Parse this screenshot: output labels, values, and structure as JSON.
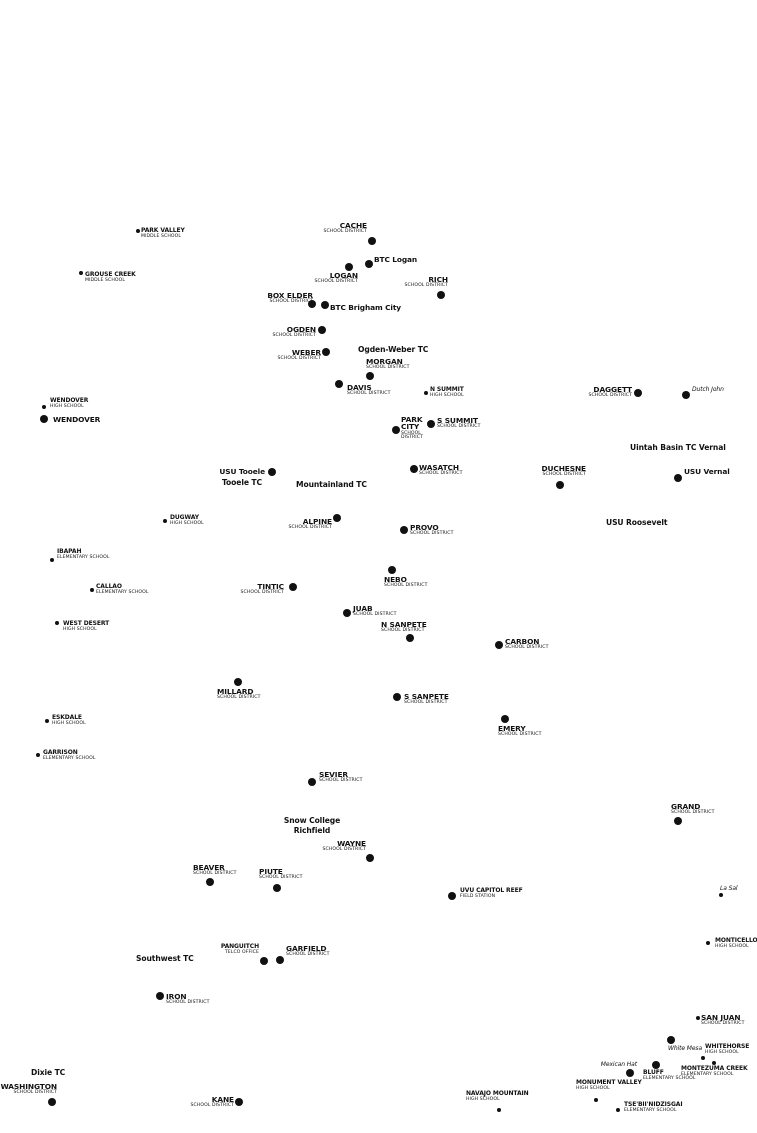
{
  "map": {
    "colors": {
      "marker": "#111111",
      "background": "#ffffff"
    },
    "sites": [
      {
        "id": "cache",
        "name": "CACHE",
        "sub": "SCHOOL DISTRICT"
      },
      {
        "id": "btc-logan",
        "name": "BTC Logan"
      },
      {
        "id": "logan",
        "name": "LOGAN",
        "sub": "SCHOOL DISTRICT"
      },
      {
        "id": "rich",
        "name": "RICH",
        "sub": "SCHOOL DISTRICT"
      },
      {
        "id": "box-elder",
        "name": "BOX ELDER",
        "sub": "SCHOOL DISTRICT"
      },
      {
        "id": "btc-brigham-city",
        "name": "BTC Brigham City"
      },
      {
        "id": "ogden",
        "name": "OGDEN",
        "sub": "SCHOOL DISTRICT"
      },
      {
        "id": "weber",
        "name": "WEBER",
        "sub": "SCHOOL DISTRICT"
      },
      {
        "id": "morgan",
        "name": "MORGAN",
        "sub": "SCHOOL DISTRICT"
      },
      {
        "id": "davis",
        "name": "DAVIS",
        "sub": "SCHOOL DISTRICT"
      },
      {
        "id": "n-summit",
        "name": "N SUMMIT",
        "sub": "HIGH SCHOOL"
      },
      {
        "id": "park-valley",
        "name": "PARK VALLEY",
        "sub": "MIDDLE SCHOOL"
      },
      {
        "id": "grouse-creek",
        "name": "GROUSE CREEK",
        "sub": "MIDDLE SCHOOL"
      },
      {
        "id": "wendover-hs",
        "name": "WENDOVER",
        "sub": "HIGH SCHOOL"
      },
      {
        "id": "wendover",
        "name": "WENDOVER"
      },
      {
        "id": "daggett",
        "name": "DAGGETT",
        "sub": "SCHOOL DISTRICT"
      },
      {
        "id": "dutch-john",
        "name": "Dutch John"
      },
      {
        "id": "park-city",
        "name": "PARK CITY",
        "sub": "SCHOOL DISTRICT"
      },
      {
        "id": "s-summit",
        "name": "S SUMMIT",
        "sub": "SCHOOL DISTRICT"
      },
      {
        "id": "wasatch",
        "name": "WASATCH",
        "sub": "SCHOOL DISTRICT"
      },
      {
        "id": "duchesne",
        "name": "DUCHESNE",
        "sub": "SCHOOL DISTRICT"
      },
      {
        "id": "usu-vernal",
        "name": "USU Vernal"
      },
      {
        "id": "usu-tooele",
        "name": "USU Tooele"
      },
      {
        "id": "alpine",
        "name": "ALPINE",
        "sub": "SCHOOL DISTRICT"
      },
      {
        "id": "provo",
        "name": "PROVO",
        "sub": "SCHOOL DISTRICT"
      },
      {
        "id": "dugway",
        "name": "DUGWAY",
        "sub": "HIGH SCHOOL"
      },
      {
        "id": "ibapah",
        "name": "IBAPAH",
        "sub": "ELEMENTARY SCHOOL"
      },
      {
        "id": "nebo",
        "name": "NEBO",
        "sub": "SCHOOL DISTRICT"
      },
      {
        "id": "callao",
        "name": "CALLAO",
        "sub": "ELEMENTARY SCHOOL"
      },
      {
        "id": "tintic",
        "name": "TINTIC",
        "sub": "SCHOOL DISTRICT"
      },
      {
        "id": "juab",
        "name": "JUAB",
        "sub": "SCHOOL DISTRICT"
      },
      {
        "id": "west-desert",
        "name": "WEST DESERT",
        "sub": "HIGH SCHOOL"
      },
      {
        "id": "n-sanpete",
        "name": "N SANPETE",
        "sub": "SCHOOL DISTRICT"
      },
      {
        "id": "carbon",
        "name": "CARBON",
        "sub": "SCHOOL DISTRICT"
      },
      {
        "id": "millard",
        "name": "MILLARD",
        "sub": "SCHOOL DISTRICT"
      },
      {
        "id": "s-sanpete",
        "name": "S SANPETE",
        "sub": "SCHOOL DISTRICT"
      },
      {
        "id": "eskdale",
        "name": "ESKDALE",
        "sub": "HIGH SCHOOL"
      },
      {
        "id": "emery",
        "name": "EMERY",
        "sub": "SCHOOL DISTRICT"
      },
      {
        "id": "garrison",
        "name": "GARRISON",
        "sub": "ELEMENTARY SCHOOL"
      },
      {
        "id": "sevier",
        "name": "SEVIER",
        "sub": "SCHOOL DISTRICT"
      },
      {
        "id": "grand",
        "name": "GRAND",
        "sub": "SCHOOL DISTRICT"
      },
      {
        "id": "wayne",
        "name": "WAYNE",
        "sub": "SCHOOL DISTRICT"
      },
      {
        "id": "beaver",
        "name": "BEAVER",
        "sub": "SCHOOL DISTRICT"
      },
      {
        "id": "piute",
        "name": "PIUTE",
        "sub": "SCHOOL DISTRICT"
      },
      {
        "id": "uvu-capitol-reef",
        "name": "UVU CAPITOL REEF",
        "sub": "FIELD STATION"
      },
      {
        "id": "la-sal",
        "name": "La Sal"
      },
      {
        "id": "monticello",
        "name": "MONTICELLO",
        "sub": "HIGH SCHOOL"
      },
      {
        "id": "panguitch",
        "name": "PANGUITCH",
        "sub": "TELCO OFFICE"
      },
      {
        "id": "garfield",
        "name": "GARFIELD",
        "sub": "SCHOOL DISTRICT"
      },
      {
        "id": "iron",
        "name": "IRON",
        "sub": "SCHOOL DISTRICT"
      },
      {
        "id": "san-juan",
        "name": "SAN JUAN",
        "sub": "SCHOOL DISTRICT"
      },
      {
        "id": "white-mesa",
        "name": "White Mesa"
      },
      {
        "id": "whitehorse",
        "name": "WHITEHORSE",
        "sub": "HIGH SCHOOL"
      },
      {
        "id": "montezuma-creek",
        "name": "MONTEZUMA CREEK",
        "sub": "ELEMENTARY SCHOOL"
      },
      {
        "id": "mexican-hat",
        "name": "Mexican Hat"
      },
      {
        "id": "bluff",
        "name": "BLUFF",
        "sub": "ELEMENTARY SCHOOL"
      },
      {
        "id": "monument-valley",
        "name": "MONUMENT VALLEY",
        "sub": "HIGH SCHOOL"
      },
      {
        "id": "tsebii",
        "name": "TSE'BII'NIDZISGAI",
        "sub": "ELEMENTARY SCHOOL"
      },
      {
        "id": "washington",
        "name": "WASHINGTON",
        "sub": "SCHOOL DISTRICT"
      },
      {
        "id": "kane",
        "name": "KANE",
        "sub": "SCHOOL DISTRICT"
      },
      {
        "id": "navajo-mountain",
        "name": "NAVAJO MOUNTAIN",
        "sub": "HIGH SCHOOL"
      }
    ],
    "tech_colleges": [
      {
        "id": "ogden-weber-tc",
        "lines": [
          "Ogden-Weber TC"
        ]
      },
      {
        "id": "uintah-basin-tc",
        "lines": [
          "Uintah Basin TC Vernal"
        ]
      },
      {
        "id": "tooele-tc",
        "lines": [
          "Tooele TC"
        ]
      },
      {
        "id": "mountainland-tc",
        "lines": [
          "Mountainland TC"
        ]
      },
      {
        "id": "usu-roosevelt",
        "lines": [
          "USU Roosevelt"
        ]
      },
      {
        "id": "snow-college-richfield",
        "lines": [
          "Snow College",
          "Richfield"
        ]
      },
      {
        "id": "southwest-tc",
        "lines": [
          "Southwest TC"
        ]
      },
      {
        "id": "dixie-tc",
        "lines": [
          "Dixie TC"
        ]
      }
    ]
  }
}
